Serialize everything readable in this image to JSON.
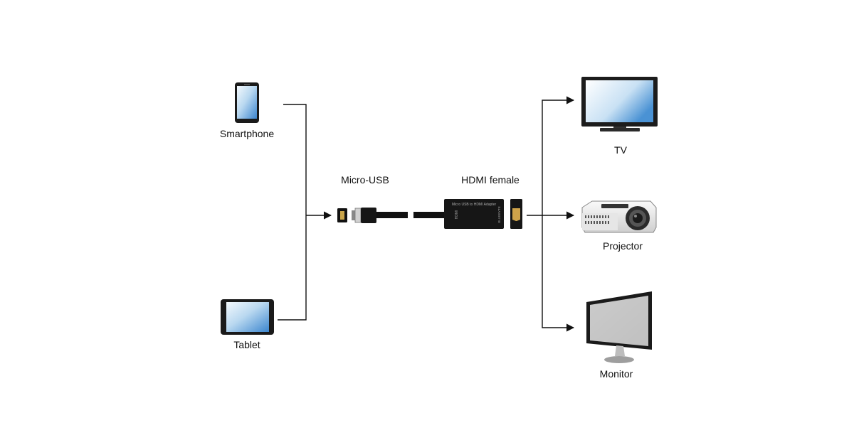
{
  "diagram": {
    "sources": {
      "smartphone": {
        "label": "Smartphone",
        "icon": "smartphone-icon"
      },
      "tablet": {
        "label": "Tablet",
        "icon": "tablet-icon"
      }
    },
    "connector": {
      "micro_usb_label": "Micro-USB",
      "hdmi_female_label": "HDMI female",
      "adapter_printed_text": "Micro USB to HDMI Adapter",
      "adapter_brand_text": "BLUEBYTE",
      "adapter_side_text": "HDMI"
    },
    "outputs": {
      "tv": {
        "label": "TV",
        "icon": "tv-icon"
      },
      "projector": {
        "label": "Projector",
        "icon": "projector-icon"
      },
      "monitor": {
        "label": "Monitor",
        "icon": "monitor-icon"
      }
    }
  },
  "colors": {
    "line": "#111111",
    "screen_light": "#eef6fc",
    "screen_dark": "#3f8ad0",
    "device_body": "#1a1a1a"
  }
}
